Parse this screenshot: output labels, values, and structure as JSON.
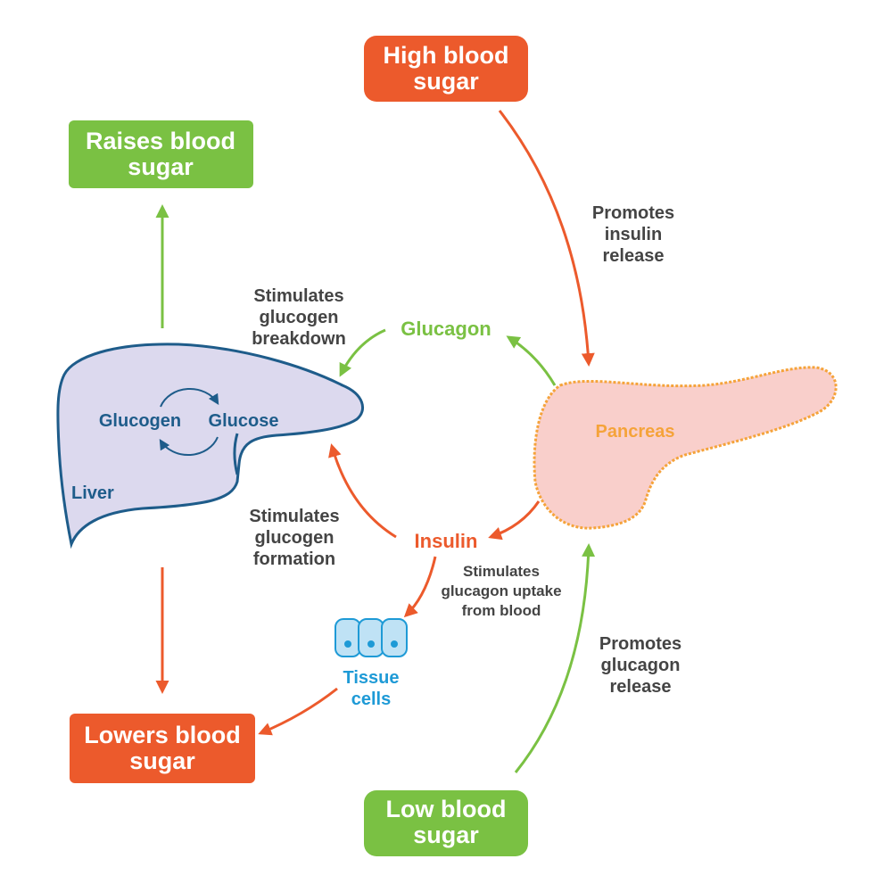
{
  "colors": {
    "green": "#7ac143",
    "red": "#ec5a2c",
    "liver_fill": "#dcd9ee",
    "liver_stroke": "#1e5c8a",
    "pancreas_fill": "#f9cfcb",
    "pancreas_stroke": "#f5a33a",
    "tissue": "#1e9ad6",
    "note_text": "#444444"
  },
  "boxes": {
    "high": {
      "line1": "High blood",
      "line2": "sugar"
    },
    "raises": {
      "line1": "Raises blood",
      "line2": "sugar"
    },
    "lowers": {
      "line1": "Lowers blood",
      "line2": "sugar"
    },
    "low": {
      "line1": "Low blood",
      "line2": "sugar"
    }
  },
  "hormones": {
    "glucagon": "Glucagon",
    "insulin": "Insulin"
  },
  "organs": {
    "liver": "Liver",
    "glucogen": "Glucogen",
    "glucose": "Glucose",
    "pancreas": "Pancreas",
    "tissue_line1": "Tissue",
    "tissue_line2": "cells"
  },
  "notes": {
    "promotes_insulin": [
      "Promotes",
      "insulin",
      "release"
    ],
    "stim_breakdown": [
      "Stimulates",
      "glucogen",
      "breakdown"
    ],
    "stim_formation": [
      "Stimulates",
      "glucogen",
      "formation"
    ],
    "stim_uptake": [
      "Stimulates",
      "glucagon uptake",
      "from blood"
    ],
    "promotes_glucagon": [
      "Promotes",
      "glucagon",
      "release"
    ]
  },
  "icons": [
    "liver",
    "pancreas",
    "tissue-cells",
    "cycle-arrows"
  ]
}
